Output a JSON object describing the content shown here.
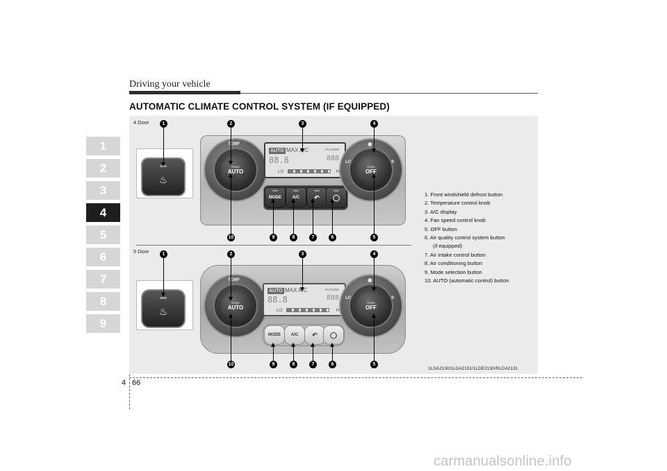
{
  "header": {
    "section_title": "Driving your vehicle",
    "page_heading": "AUTOMATIC CLIMATE CONTROL SYSTEM (IF EQUIPPED)"
  },
  "chapter_tabs": [
    "1",
    "2",
    "3",
    "4",
    "5",
    "6",
    "7",
    "8",
    "9"
  ],
  "active_chapter": "4",
  "figure": {
    "variant_4door": "4 Door",
    "variant_5door": "5 Door",
    "panel_labels": {
      "temp": "TEMP",
      "push": "PUSH",
      "auto": "AUTO",
      "off": "OFF",
      "lo": "LO",
      "hi": "HI",
      "mode": "MODE",
      "ac": "A/C",
      "display_auto": "AUTO",
      "display_maxac": "MAX A/C",
      "display_outside": "OUTSIDE",
      "display_digits_left": "88.8",
      "display_digits_right": "888"
    },
    "callouts": [
      "1",
      "2",
      "3",
      "4",
      "5",
      "6",
      "7",
      "8",
      "9",
      "10"
    ],
    "legend": [
      "1. Front windshield defrost button",
      "2. Temperature control knob",
      "3. A/C display",
      "4. Fan speed control knob",
      "5. OFF button",
      "6. Air quality control system button",
      "(if equipped)",
      "7. Air intake control button",
      "8. Air conditioning button",
      "9. Mode selection button",
      "10. AUTO (automatic control) button"
    ],
    "image_code": "1LDA2130/1LDA2131/1LDE2130/RLDA2131"
  },
  "footer": {
    "chapter": "4",
    "page": "66"
  },
  "watermark": "carmanualsonline.info"
}
